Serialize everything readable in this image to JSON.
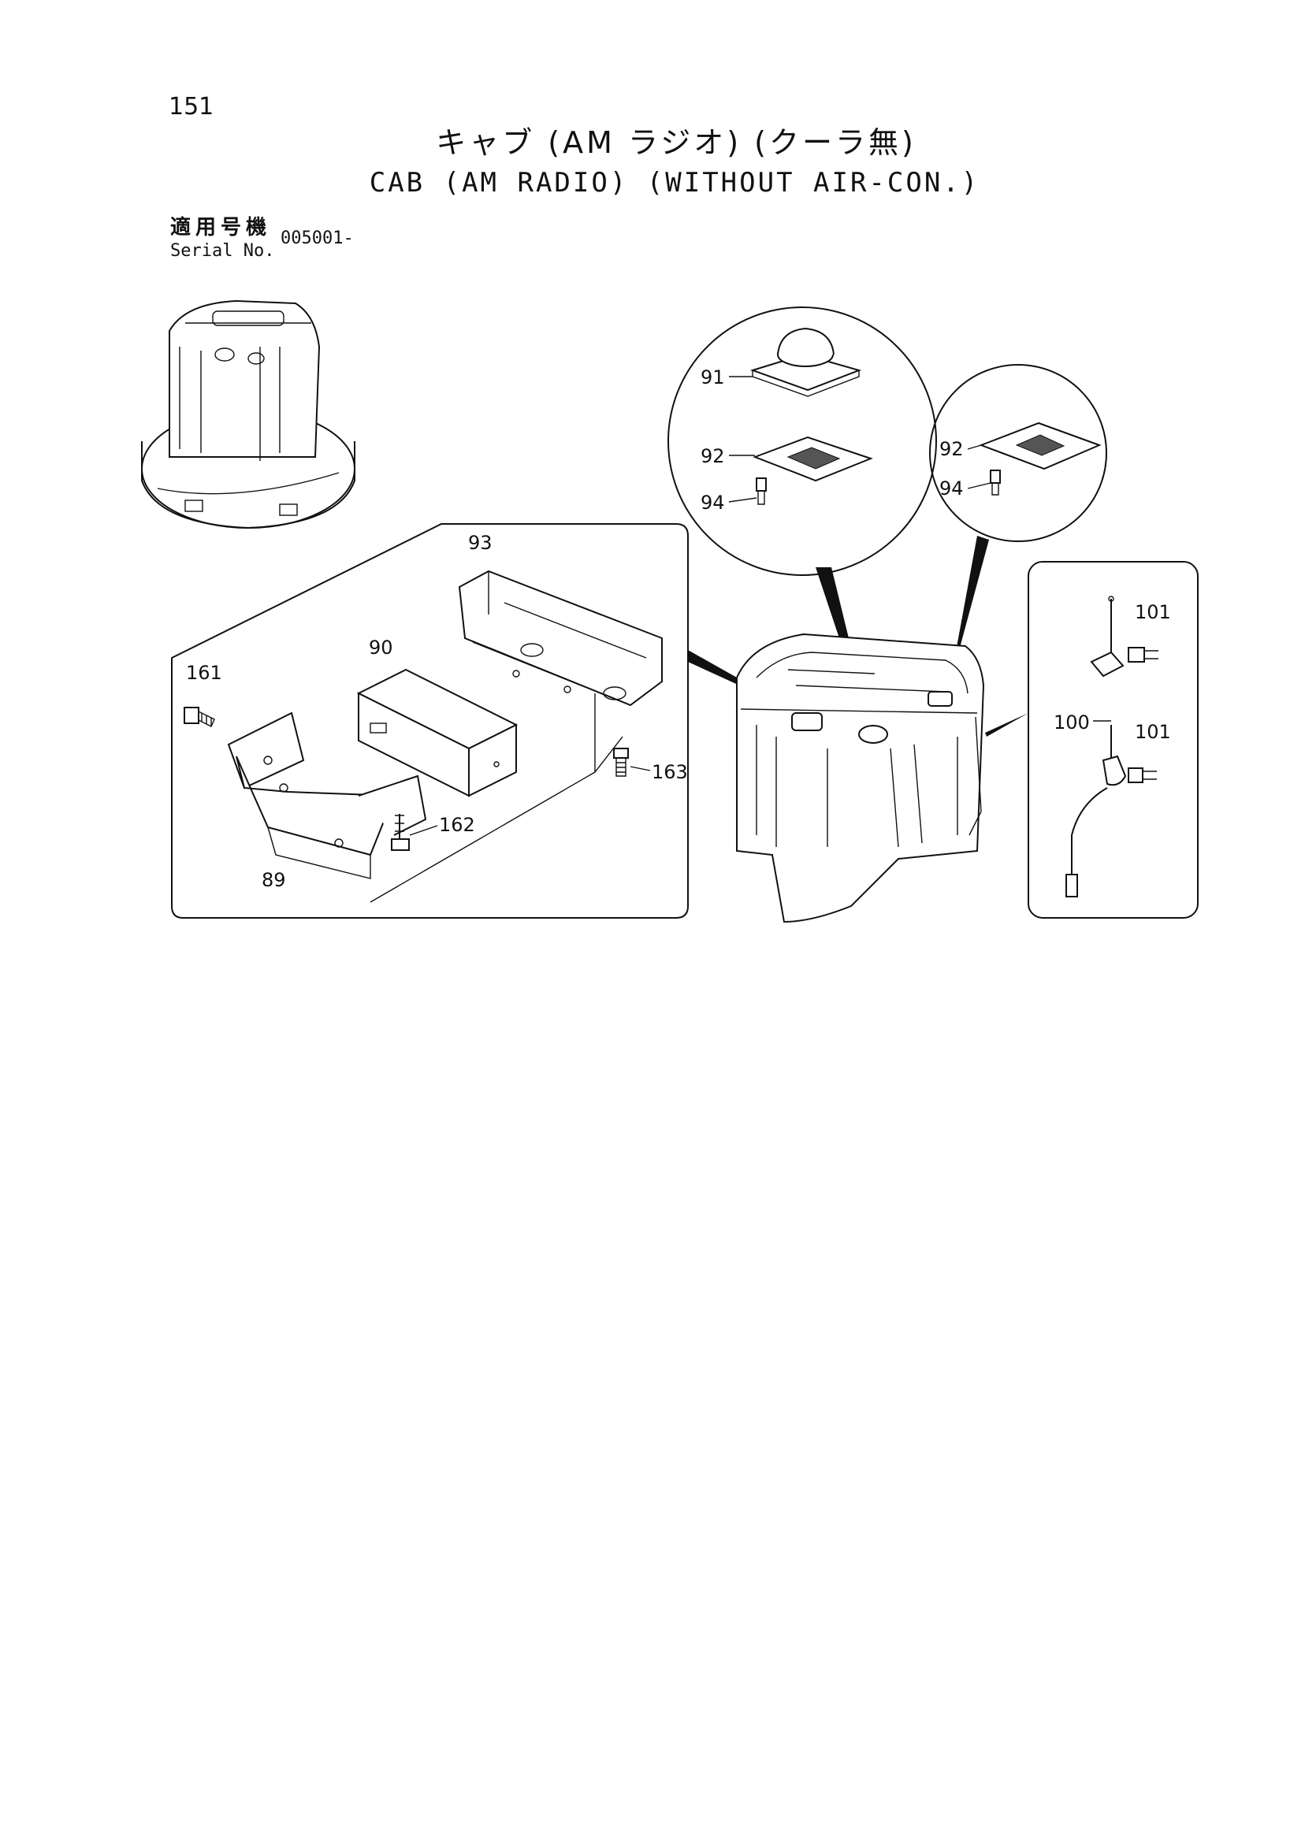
{
  "page": {
    "number": "151",
    "title_ja": "キャブ (AM ラジオ) (クーラ無)",
    "title_en": "CAB (AM RADIO) (WITHOUT AIR-CON.)",
    "serial_label_ja": "適用号機",
    "serial_label_en": "Serial No.",
    "serial_value": "005001-"
  },
  "callouts": {
    "c89": "89",
    "c90": "90",
    "c91": "91",
    "c92a": "92",
    "c92b": "92",
    "c93": "93",
    "c94a": "94",
    "c94b": "94",
    "c100": "100",
    "c101a": "101",
    "c101b": "101",
    "c161": "161",
    "c162": "162",
    "c163": "163"
  }
}
